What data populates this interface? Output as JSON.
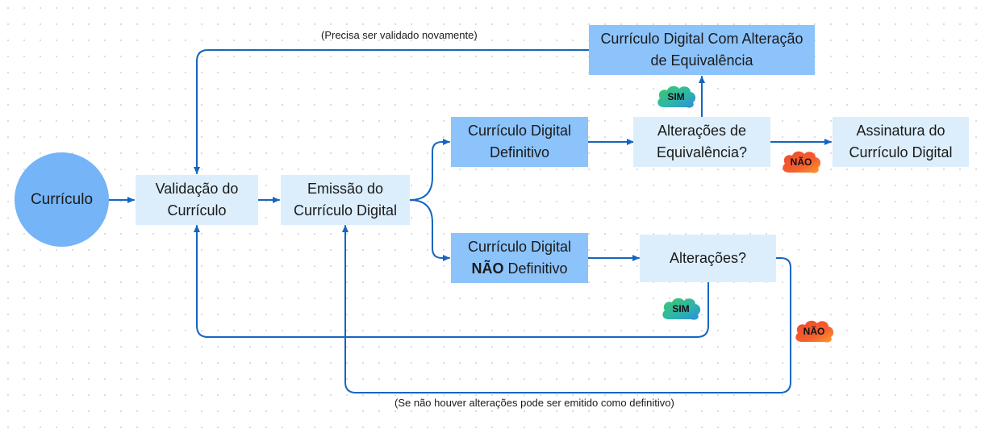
{
  "nodes": {
    "curriculo": "Currículo",
    "validacao": {
      "line1": "Validação do",
      "line2": "Currículo"
    },
    "emissao": {
      "line1": "Emissão do",
      "line2": "Currículo Digital"
    },
    "definitivo": {
      "line1": "Currículo Digital",
      "line2": "Definitivo"
    },
    "nao_definitivo": {
      "line1": "Currículo Digital",
      "line2_bold": "NÃO",
      "line2_rest": " Definitivo"
    },
    "alteracoes_equivalencia": {
      "line1": "Alterações de",
      "line2": "Equivalência?"
    },
    "com_alteracao": {
      "line1": "Currículo Digital Com Alteração",
      "line2": "de Equivalência"
    },
    "assinatura": {
      "line1": "Assinatura do",
      "line2": "Currículo Digital"
    },
    "alteracoes": "Alterações?"
  },
  "notes": {
    "top": "(Precisa ser validado novamente)",
    "bottom": "(Se não houver alterações pode ser emitido como definitivo)"
  },
  "badges": {
    "sim_top": "SIM",
    "nao_top": "NÃO",
    "sim_bottom": "SIM",
    "nao_bottom": "NÃO"
  },
  "colors": {
    "connector": "#1565c0",
    "node_light": "#dceefc",
    "node_dark": "#8cc3fb",
    "circle": "#74b4f7"
  }
}
